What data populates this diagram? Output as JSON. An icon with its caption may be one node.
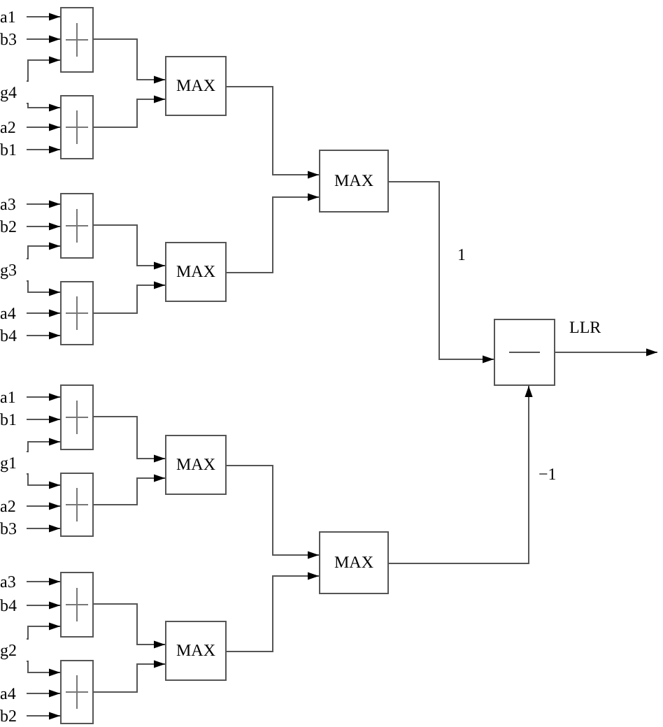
{
  "diagram": {
    "nodes": [
      {
        "text": [
          "a1"
        ]
      },
      {
        "text": [
          "b3"
        ]
      },
      {
        "text": [
          "g4"
        ]
      },
      {
        "text": [
          "a2"
        ]
      },
      {
        "text": [
          "b1"
        ]
      },
      {
        "text": [],
        "shape": "box"
      },
      {
        "text": [],
        "shape": "box"
      },
      {
        "text": [
          "MAX"
        ]
      },
      {
        "text": [
          "a3"
        ]
      },
      {
        "text": [
          "b2"
        ]
      },
      {
        "text": [
          "g3"
        ]
      },
      {
        "text": [
          "a4"
        ]
      },
      {
        "text": [
          "b4"
        ]
      },
      {
        "text": [],
        "shape": "box"
      },
      {
        "text": [],
        "shape": "box"
      },
      {
        "text": [
          "MAX"
        ]
      },
      {
        "text": [
          "a1"
        ]
      },
      {
        "text": [
          "b1"
        ]
      },
      {
        "text": [
          "g1"
        ]
      },
      {
        "text": [
          "a2"
        ]
      },
      {
        "text": [
          "b3"
        ]
      },
      {
        "text": [],
        "shape": "box"
      },
      {
        "text": [],
        "shape": "box"
      },
      {
        "text": [
          "MAX"
        ]
      },
      {
        "text": [
          "a3"
        ]
      },
      {
        "text": [
          "b4"
        ]
      },
      {
        "text": [
          "g2"
        ]
      },
      {
        "text": [
          "a4"
        ]
      },
      {
        "text": [
          "b2"
        ]
      },
      {
        "text": [],
        "shape": "box"
      },
      {
        "text": [],
        "shape": "box"
      },
      {
        "text": [
          "MAX"
        ]
      },
      {
        "text": [
          "MAX"
        ]
      },
      {
        "text": [
          "MAX"
        ]
      },
      {
        "text": [],
        "shape": "box"
      }
    ],
    "edges": [
      {
        "from": 0,
        "to": 5,
        "arrow": "to"
      },
      {
        "from": 1,
        "to": 5,
        "arrow": "to"
      },
      {
        "from": 2,
        "to": 5,
        "arrow": "to"
      },
      {
        "from": 2,
        "to": 6,
        "arrow": "to"
      },
      {
        "from": 3,
        "to": 6,
        "arrow": "to"
      },
      {
        "from": 4,
        "to": 6,
        "arrow": "to"
      },
      {
        "from": 5,
        "to": 7,
        "arrow": "to"
      },
      {
        "from": 6,
        "to": 7,
        "arrow": "to"
      },
      {
        "from": 8,
        "to": 13,
        "arrow": "to"
      },
      {
        "from": 9,
        "to": 13,
        "arrow": "to"
      },
      {
        "from": 10,
        "to": 13,
        "arrow": "to"
      },
      {
        "from": 10,
        "to": 14,
        "arrow": "to"
      },
      {
        "from": 11,
        "to": 14,
        "arrow": "to"
      },
      {
        "from": 12,
        "to": 14,
        "arrow": "to"
      },
      {
        "from": 13,
        "to": 15,
        "arrow": "to"
      },
      {
        "from": 14,
        "to": 15,
        "arrow": "to"
      },
      {
        "from": 16,
        "to": 21,
        "arrow": "to"
      },
      {
        "from": 17,
        "to": 21,
        "arrow": "to"
      },
      {
        "from": 18,
        "to": 21,
        "arrow": "to"
      },
      {
        "from": 18,
        "to": 22,
        "arrow": "to"
      },
      {
        "from": 19,
        "to": 22,
        "arrow": "to"
      },
      {
        "from": 20,
        "to": 22,
        "arrow": "to"
      },
      {
        "from": 21,
        "to": 23,
        "arrow": "to"
      },
      {
        "from": 22,
        "to": 23,
        "arrow": "to"
      },
      {
        "from": 24,
        "to": 29,
        "arrow": "to"
      },
      {
        "from": 25,
        "to": 29,
        "arrow": "to"
      },
      {
        "from": 26,
        "to": 29,
        "arrow": "to"
      },
      {
        "from": 26,
        "to": 30,
        "arrow": "to"
      },
      {
        "from": 27,
        "to": 30,
        "arrow": "to"
      },
      {
        "from": 28,
        "to": 30,
        "arrow": "to"
      },
      {
        "from": 29,
        "to": 31,
        "arrow": "to"
      },
      {
        "from": 30,
        "to": 31,
        "arrow": "to"
      },
      {
        "from": 7,
        "to": 32,
        "arrow": "to"
      },
      {
        "from": 15,
        "to": 32,
        "arrow": "to"
      },
      {
        "from": 23,
        "to": 33,
        "arrow": "to"
      },
      {
        "from": 31,
        "to": 33,
        "arrow": "to"
      },
      {
        "from": 32,
        "to": 34,
        "arrow": "to",
        "label": "1"
      },
      {
        "from": 33,
        "to": 34,
        "arrow": "to",
        "label": "−1"
      },
      {
        "from": 34,
        "to": null,
        "arrow": "to",
        "label": "LLR"
      }
    ]
  }
}
